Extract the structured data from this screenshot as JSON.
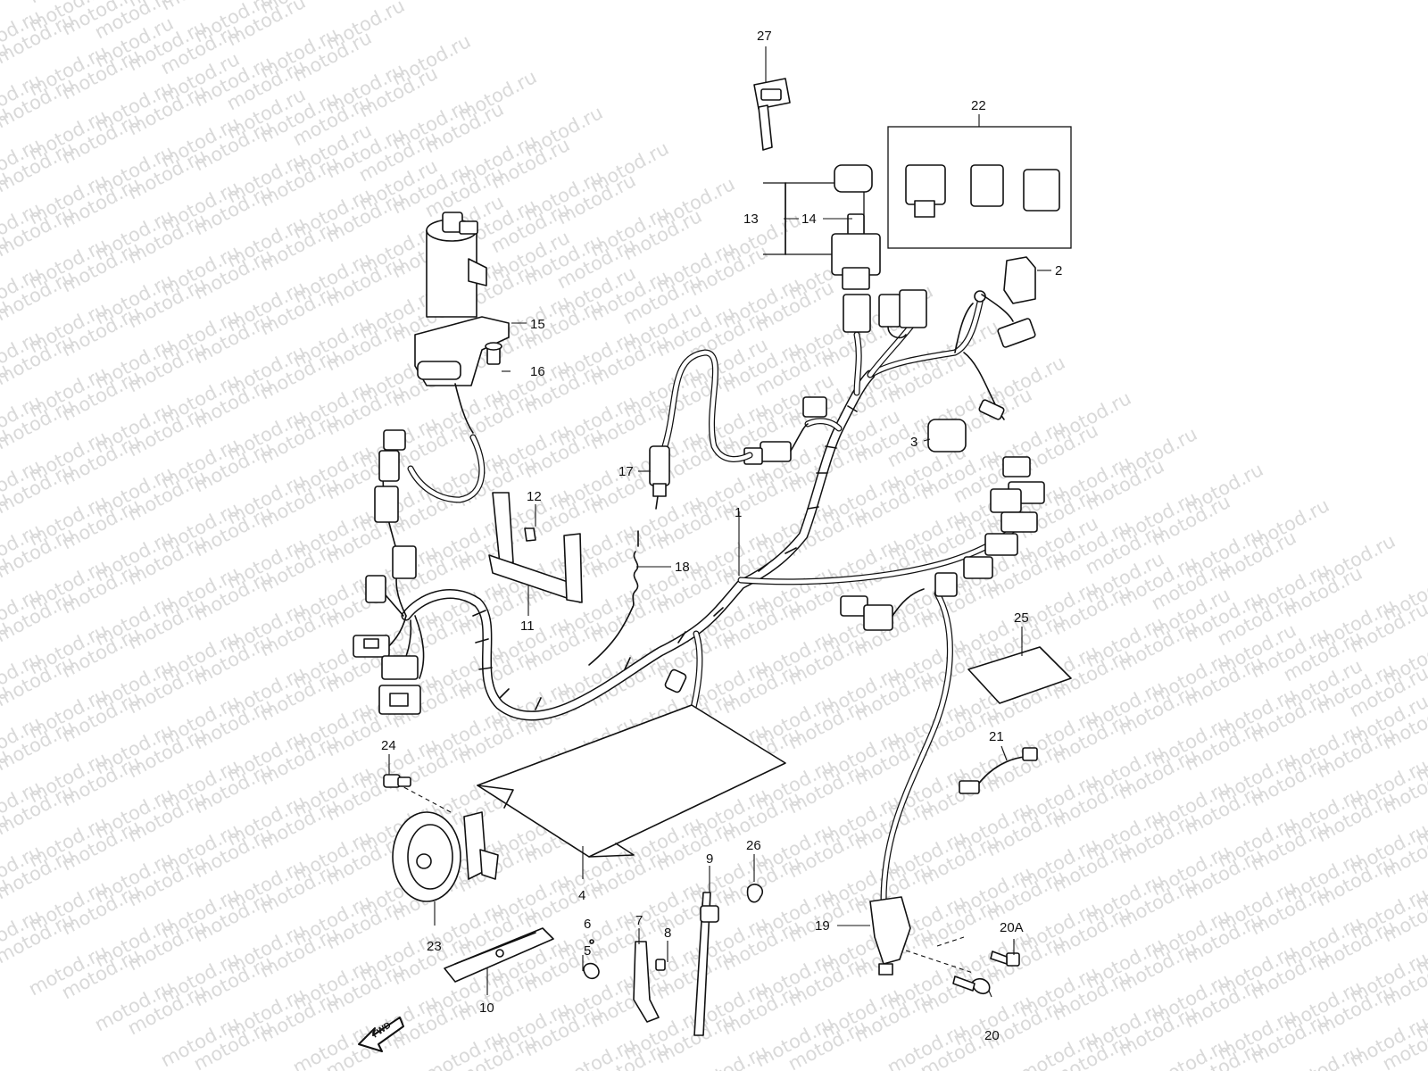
{
  "watermark": "motod.ru",
  "callouts": {
    "c1": "1",
    "c2": "2",
    "c3": "3",
    "c4": "4",
    "c5": "5",
    "c6": "6",
    "c7": "7",
    "c8": "8",
    "c9": "9",
    "c10": "10",
    "c11": "11",
    "c12": "12",
    "c13": "13",
    "c14": "14",
    "c15": "15",
    "c16": "16",
    "c17": "17",
    "c18": "18",
    "c19": "19",
    "c20": "20",
    "c20a": "20A",
    "c21": "21",
    "c22": "22",
    "c23": "23",
    "c24": "24",
    "c25": "25",
    "c26": "26",
    "c27": "27"
  },
  "direction_badge": "FWD"
}
